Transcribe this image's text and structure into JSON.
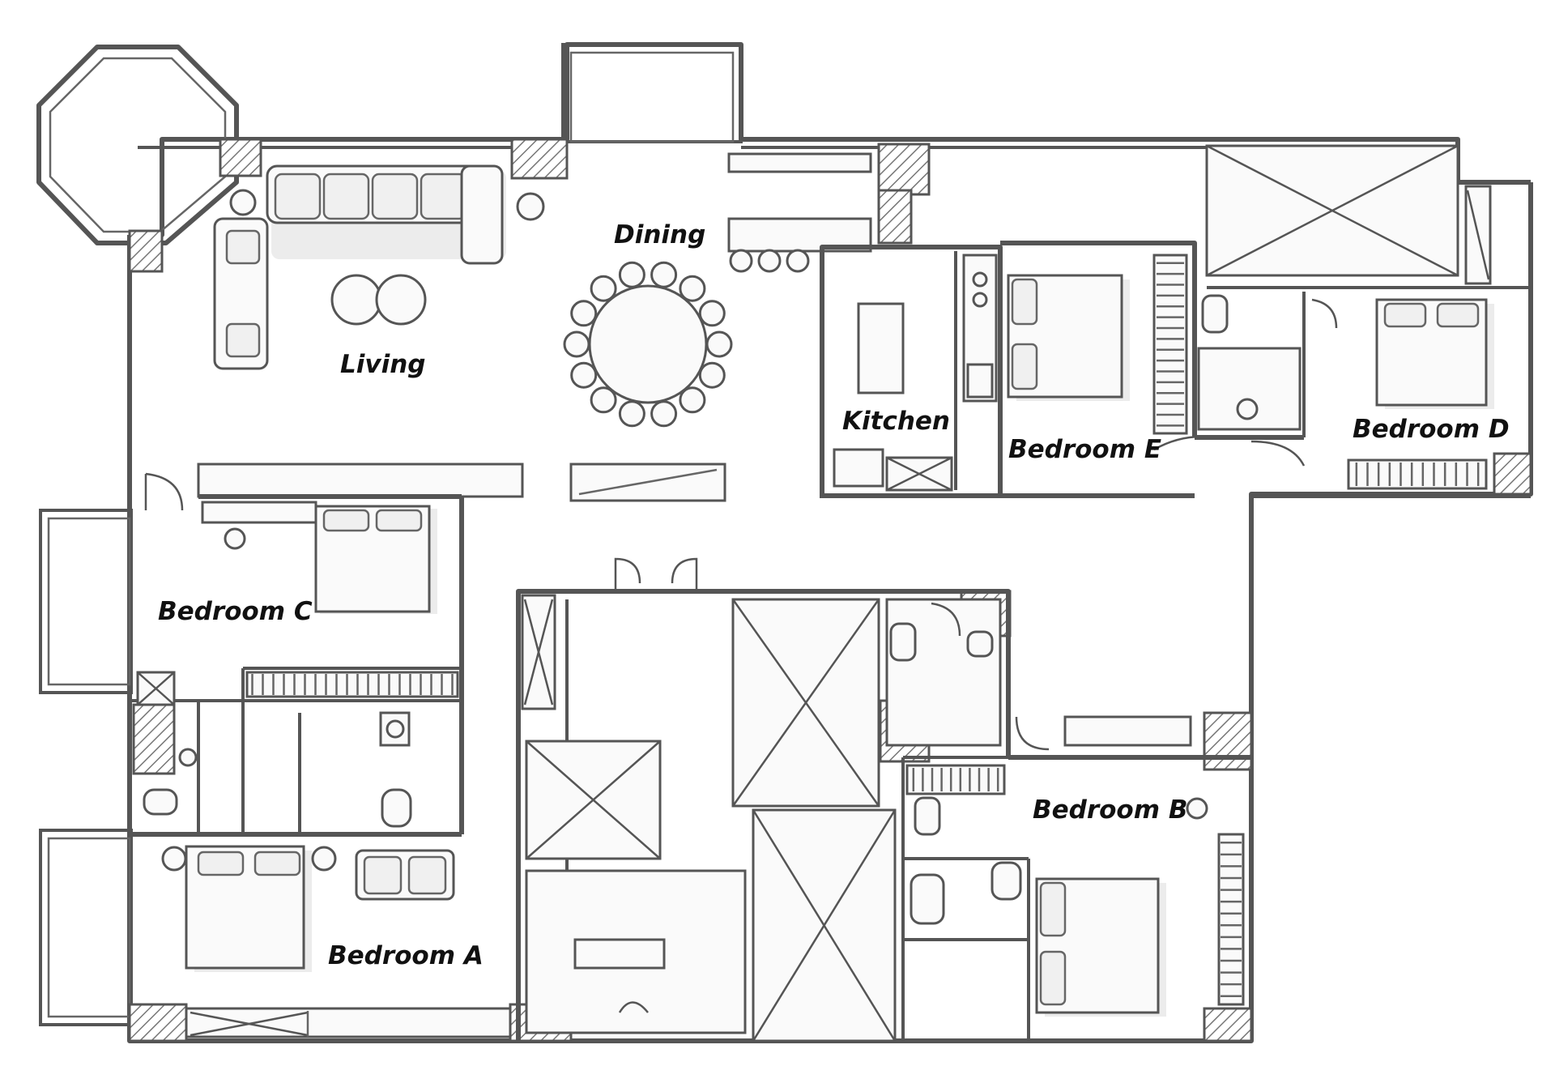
{
  "rooms": {
    "living": "Living",
    "dining": "Dining",
    "kitchen": "Kitchen",
    "bedroom_a": "Bedroom A",
    "bedroom_b": "Bedroom B",
    "bedroom_c": "Bedroom C",
    "bedroom_d": "Bedroom D",
    "bedroom_e": "Bedroom E"
  },
  "colors": {
    "ink": "#555555",
    "column": "#777777",
    "label": "#111111"
  }
}
